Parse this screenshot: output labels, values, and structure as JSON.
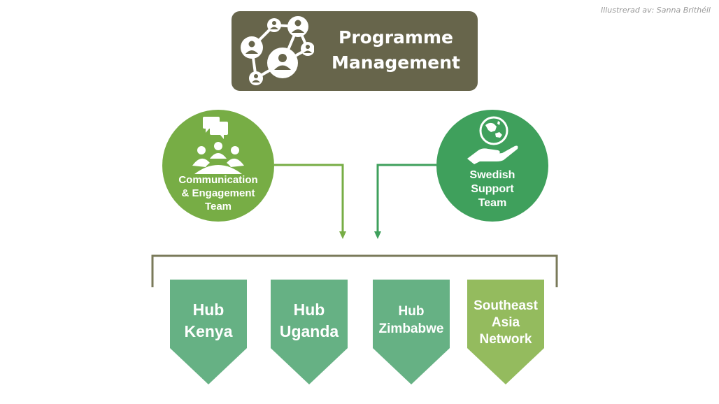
{
  "credit": "Illustrerad av: Sanna Brithéll",
  "programme_management": {
    "line1": "Programme",
    "line2": "Management",
    "icon": "network-people-icon",
    "color": "#67654b"
  },
  "teams": [
    {
      "line1": "Communication",
      "line2": "& Engagement",
      "line3": "Team",
      "icon": "group-chat-icon",
      "color": "#77ad45"
    },
    {
      "line1": "Swedish",
      "line2": "Support",
      "line3": "Team",
      "icon": "hand-globe-icon",
      "color": "#3fa05c"
    }
  ],
  "hubs": [
    {
      "line1": "Hub",
      "line2": "Kenya",
      "color": "#66b184"
    },
    {
      "line1": "Hub",
      "line2": "Uganda",
      "color": "#66b184"
    },
    {
      "line1": "Hub",
      "line2": "Zimbabwe",
      "color": "#66b184"
    },
    {
      "line1": "Southeast",
      "line2": "Asia",
      "line3": "Network",
      "color": "#94bb5e"
    }
  ],
  "colors": {
    "bracket": "#7a7a5a",
    "arrow_left": "#77ad45",
    "arrow_right": "#3fa05c"
  }
}
